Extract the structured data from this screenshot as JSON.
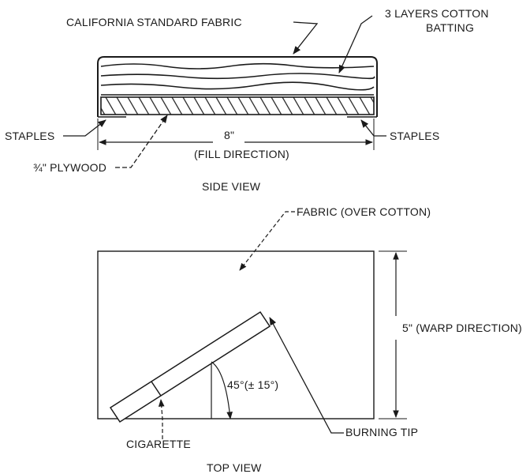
{
  "side_view": {
    "fabric_label": "CALIFORNIA STANDARD FABRIC",
    "batting_label_line1": "3 LAYERS COTTON",
    "batting_label_line2": "BATTING",
    "staples_left": "STAPLES",
    "staples_right": "STAPLES",
    "width_label": "8\"",
    "fill_direction": "(FILL DIRECTION)",
    "plywood_label": "¾\" PLYWOOD",
    "caption": "SIDE VIEW"
  },
  "top_view": {
    "fabric_label": "FABRIC (OVER COTTON)",
    "warp_label": "5\" (WARP DIRECTION)",
    "angle_label": "45°(± 15°)",
    "burning_tip_label": "BURNING TIP",
    "cigarette_label": "CIGARETTE",
    "caption": "TOP VIEW"
  }
}
